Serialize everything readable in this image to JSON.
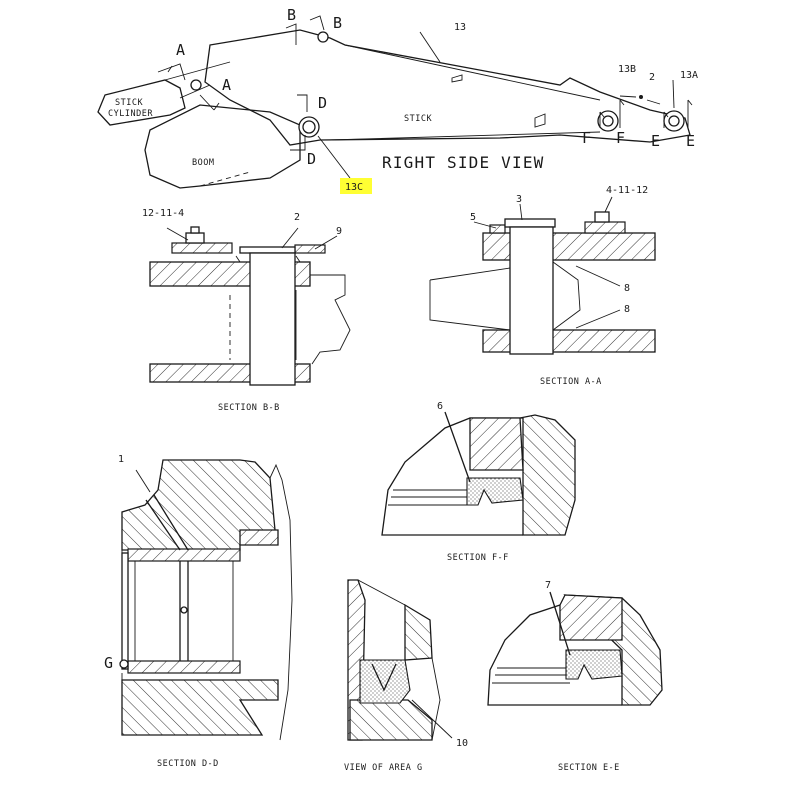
{
  "top_view": {
    "title": "RIGHT SIDE VIEW",
    "stick_cylinder_line1": "STICK",
    "stick_cylinder_line2": "CYLINDER",
    "boom": "BOOM",
    "stick": "STICK",
    "callout_13": "13",
    "callout_13b": "13B",
    "callout_2": "2",
    "callout_13a": "13A",
    "callout_13c": "13C",
    "highlight_color": "#ffff33",
    "section_marks": {
      "a1": "A",
      "a2": "A",
      "b1": "B",
      "b2": "B",
      "d1": "D",
      "d2": "D",
      "f1": "F",
      "f2": "F",
      "e1": "E",
      "e2": "E"
    }
  },
  "section_bb": {
    "caption": "SECTION B-B",
    "callout_12_11_4": "12-11-4",
    "callout_2": "2",
    "callout_9": "9"
  },
  "section_aa": {
    "caption": "SECTION A-A",
    "callout_5": "5",
    "callout_3": "3",
    "callout_4_11_12": "4-11-12",
    "callout_8a": "8",
    "callout_8b": "8"
  },
  "section_ff": {
    "caption": "SECTION F-F",
    "callout_6": "6"
  },
  "section_dd": {
    "caption": "SECTION D-D",
    "callout_1": "1",
    "marker_g": "G"
  },
  "area_g": {
    "caption": "VIEW OF AREA G",
    "callout_10": "10"
  },
  "section_ee": {
    "caption": "SECTION E-E",
    "callout_7": "7"
  }
}
